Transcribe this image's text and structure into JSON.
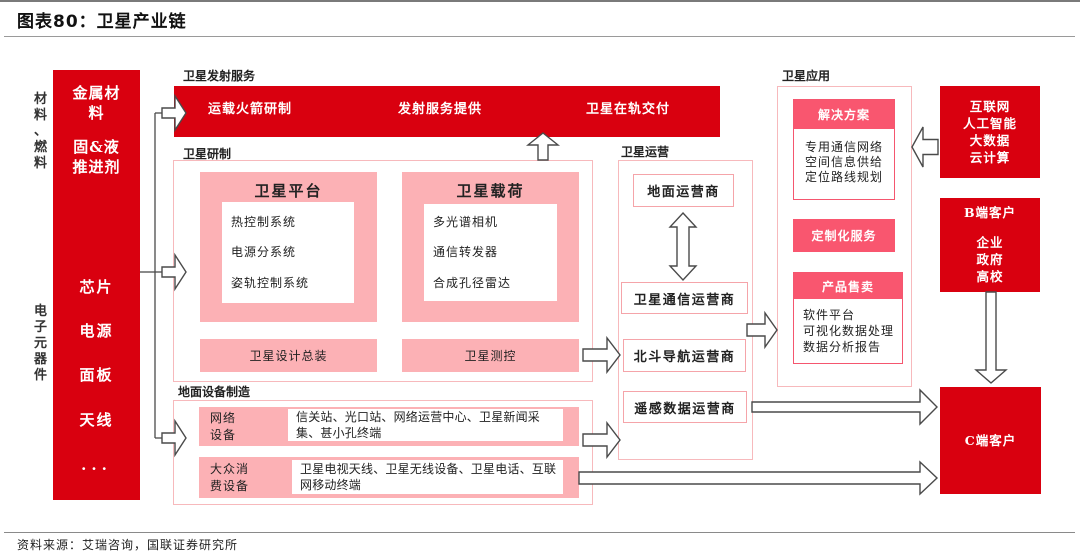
{
  "header": {
    "title": "图表80：卫星产业链"
  },
  "upstream": {
    "materials_label": "材料、燃料",
    "materials_items": [
      "金属材料",
      "固&液推进剂"
    ],
    "electronics_label": "电子元器件",
    "electronics_items": [
      "芯片",
      "电源",
      "面板",
      "天线",
      "..."
    ]
  },
  "launch": {
    "title": "卫星发射服务",
    "items": [
      "运载火箭研制",
      "发射服务提供",
      "卫星在轨交付"
    ]
  },
  "manufacturing": {
    "title": "卫星研制",
    "platform": {
      "title": "卫星平台",
      "items": [
        "热控制系统",
        "电源分系统",
        "姿轨控制系统"
      ]
    },
    "payload": {
      "title": "卫星载荷",
      "items": [
        "多光谱相机",
        "通信转发器",
        "合成孔径雷达"
      ]
    },
    "assembly": "卫星设计总装",
    "ttc": "卫星测控"
  },
  "ground_equipment": {
    "title": "地面设备制造",
    "rows": [
      {
        "label_lines": [
          "网络",
          "设备"
        ],
        "text": "信关站、光口站、网络运营中心、卫星新闻采集、甚小孔终端"
      },
      {
        "label_lines": [
          "大众消",
          "费设备"
        ],
        "text": "卫星电视天线、卫星无线设备、卫星电话、互联网移动终端"
      }
    ]
  },
  "operations": {
    "title": "卫星运营",
    "items": [
      "地面运营商",
      "卫星通信运营商",
      "北斗导航运营商",
      "遥感数据运营商"
    ]
  },
  "application": {
    "title": "卫星应用",
    "solutions": {
      "title": "解决方案",
      "items": [
        "专用通信网络",
        "空间信息供给",
        "定位路线规划"
      ]
    },
    "custom_service": "定制化服务",
    "products": {
      "title": "产品售卖",
      "items": [
        "软件平台",
        "可视化数据处理",
        "数据分析报告"
      ]
    }
  },
  "technologies": {
    "items": [
      "互联网",
      "人工智能",
      "大数据",
      "云计算"
    ]
  },
  "b_customers": {
    "title": "B端客户",
    "items": [
      "企业",
      "政府",
      "高校"
    ]
  },
  "c_customers": {
    "title": "C端客户"
  },
  "footer": {
    "source": "资料来源：艾瑞咨询，国联证券研究所"
  },
  "colors": {
    "brand_red": "#d9000f",
    "light_pink": "#fcb1b5",
    "accent_pink": "#f9566f",
    "frame_pink": "#f7b9bc",
    "arrow_stroke": "#4a4a4a"
  }
}
